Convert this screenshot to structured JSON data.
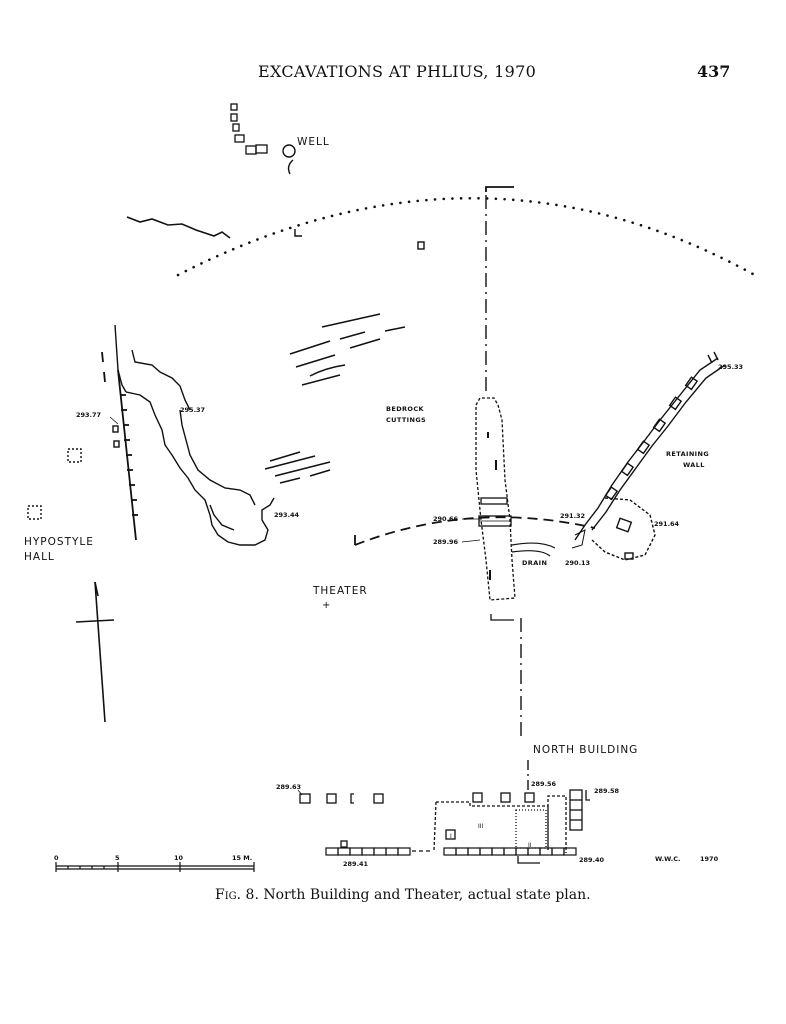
{
  "header": {
    "running_title": "EXCAVATIONS AT PHLIUS, 1970",
    "page_number": "437"
  },
  "caption": {
    "fig_label": "Fig. 8.",
    "text": "North Building and Theater, actual state plan."
  },
  "plan": {
    "labels": {
      "well": "WELL",
      "bedrock_line1": "BEDROCK",
      "bedrock_line2": "CUTTINGS",
      "retaining_line1": "RETAINING",
      "retaining_line2": "WALL",
      "hypostyle_line1": "HYPOSTYLE",
      "hypostyle_line2": "HALL",
      "theater": "THEATER",
      "drain": "DRAIN",
      "north_building": "NORTH BUILDING",
      "room_i": "I",
      "room_ii": "II",
      "room_iii": "III"
    },
    "elevations": {
      "e29533": "295.33",
      "e29537": "295.37",
      "e29377": "293.77",
      "e29344": "293.44",
      "e29066": "290.66",
      "e28996": "289.96",
      "e29132": "291.32",
      "e29164": "291.64",
      "e29013": "290.13",
      "e28963": "289.63",
      "e28956": "289.56",
      "e28958": "289.58",
      "e28941": "289.41",
      "e28940": "289.40"
    },
    "scale": {
      "t0": "0",
      "t5": "5",
      "t10": "10",
      "t15": "15 M."
    },
    "credit": {
      "initials": "W.W.C.",
      "year": "1970"
    }
  }
}
